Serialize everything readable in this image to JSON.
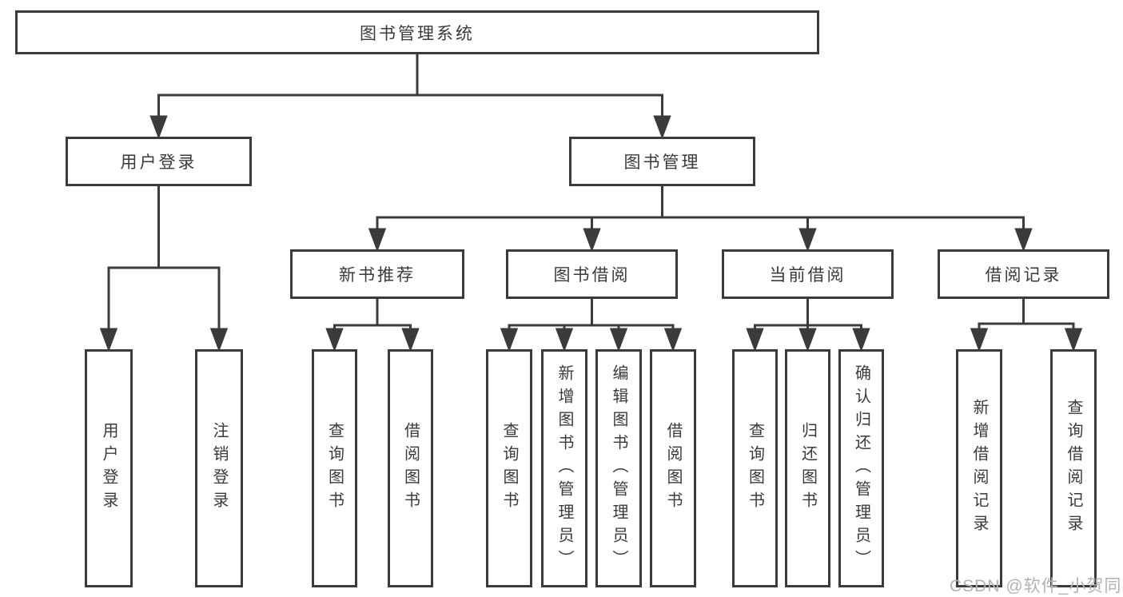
{
  "colors": {
    "background": "#ffffff",
    "line": "#3b3b3b",
    "text": "#3a3a3a",
    "watermark": "#b2b2b2"
  },
  "watermark": {
    "text": "CSDN @软件_小贺同学"
  },
  "tree": {
    "label": "图书管理系统",
    "children": [
      {
        "label": "用户登录",
        "children": [
          {
            "label": "用户登录"
          },
          {
            "label": "注销登录"
          }
        ]
      },
      {
        "label": "图书管理",
        "children": [
          {
            "label": "新书推荐",
            "children": [
              {
                "label": "查询图书"
              },
              {
                "label": "借阅图书"
              }
            ]
          },
          {
            "label": "图书借阅",
            "children": [
              {
                "label": "查询图书"
              },
              {
                "label": "新增图书（管理员）"
              },
              {
                "label": "编辑图书（管理员）"
              },
              {
                "label": "借阅图书"
              }
            ]
          },
          {
            "label": "当前借阅",
            "children": [
              {
                "label": "查询图书"
              },
              {
                "label": "归还图书"
              },
              {
                "label": "确认归还（管理员）"
              }
            ]
          },
          {
            "label": "借阅记录",
            "children": [
              {
                "label": "新增借阅记录"
              },
              {
                "label": "查询借阅记录"
              }
            ]
          }
        ]
      }
    ]
  }
}
